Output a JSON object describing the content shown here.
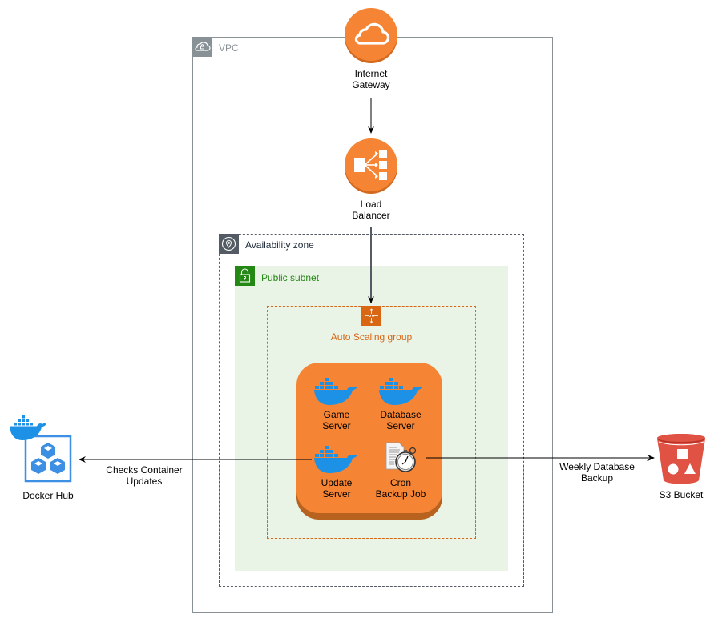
{
  "diagram": {
    "groups": {
      "vpc": {
        "label": "VPC",
        "icon": "cloud-lock-icon"
      },
      "availability_zone": {
        "label": "Availability zone",
        "icon": "location-pin-icon"
      },
      "public_subnet": {
        "label": "Public subnet",
        "icon": "padlock-icon"
      },
      "auto_scaling_group": {
        "label": "Auto Scaling group",
        "icon": "auto-scaling-icon"
      }
    },
    "nodes": {
      "internet_gateway": {
        "line1": "Internet",
        "line2": "Gateway",
        "icon": "cloud-icon"
      },
      "load_balancer": {
        "line1": "Load",
        "line2": "Balancer",
        "icon": "load-balancer-icon"
      },
      "game_server": {
        "line1": "Game",
        "line2": "Server",
        "icon": "docker-whale-icon"
      },
      "database_server": {
        "line1": "Database",
        "line2": "Server",
        "icon": "docker-whale-icon"
      },
      "update_server": {
        "line1": "Update",
        "line2": "Server",
        "icon": "docker-whale-icon"
      },
      "cron_backup_job": {
        "line1": "Cron",
        "line2": "Backup Job",
        "icon": "stopwatch-document-icon"
      },
      "docker_hub": {
        "label": "Docker Hub",
        "icon": "docker-hub-icon"
      },
      "s3_bucket": {
        "label": "S3 Bucket",
        "icon": "s3-bucket-icon"
      }
    },
    "edges": [
      {
        "from": "Internet Gateway",
        "to": "Load Balancer",
        "label": ""
      },
      {
        "from": "Load Balancer",
        "to": "Auto Scaling group",
        "label": ""
      },
      {
        "from": "Update Server",
        "to": "Docker Hub",
        "label_line1": "Checks Container",
        "label_line2": "Updates"
      },
      {
        "from": "Cron Backup Job",
        "to": "S3 Bucket",
        "label_line1": "Weekly Database",
        "label_line2": "Backup"
      }
    ],
    "colors": {
      "aws_orange": "#F58534",
      "asg_orange": "#D86613",
      "subnet_green": "#248814",
      "subnet_fill": "#E9F3E6",
      "vpc_gray": "#879196",
      "az_gray": "#545B64",
      "docker_blue": "#1D91E6",
      "s3_red": "#E05243"
    }
  }
}
